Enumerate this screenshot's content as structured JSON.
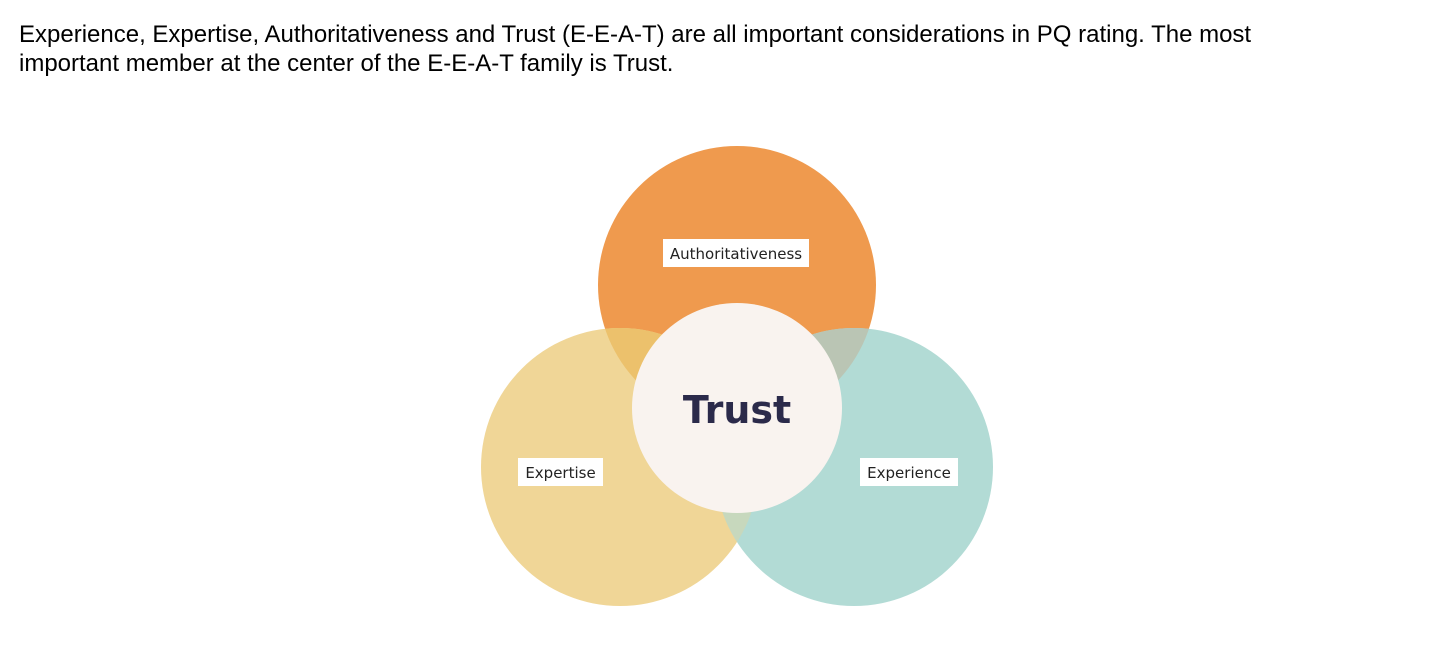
{
  "intro": {
    "line1": "Experience, Expertise, Authoritativeness and Trust (E-E-A-T) are all important considerations in PQ rating.  The most",
    "line2": "important member at the center of the E-E-A-T family is Trust."
  },
  "diagram": {
    "center": {
      "label": "Trust",
      "color": "#f9f3ef",
      "text_color": "#2b2a4a"
    },
    "circles": [
      {
        "label": "Authoritativeness",
        "color": "#ef9a4e"
      },
      {
        "label": "Expertise",
        "color": "#f0d697"
      },
      {
        "label": "Experience",
        "color": "#b2dbd5"
      }
    ],
    "overlap_colors": {
      "authoritativeness_expertise": "#ecc16c",
      "authoritativeness_experience": "#bac5b4",
      "expertise_experience": "#c7d8bd"
    }
  }
}
